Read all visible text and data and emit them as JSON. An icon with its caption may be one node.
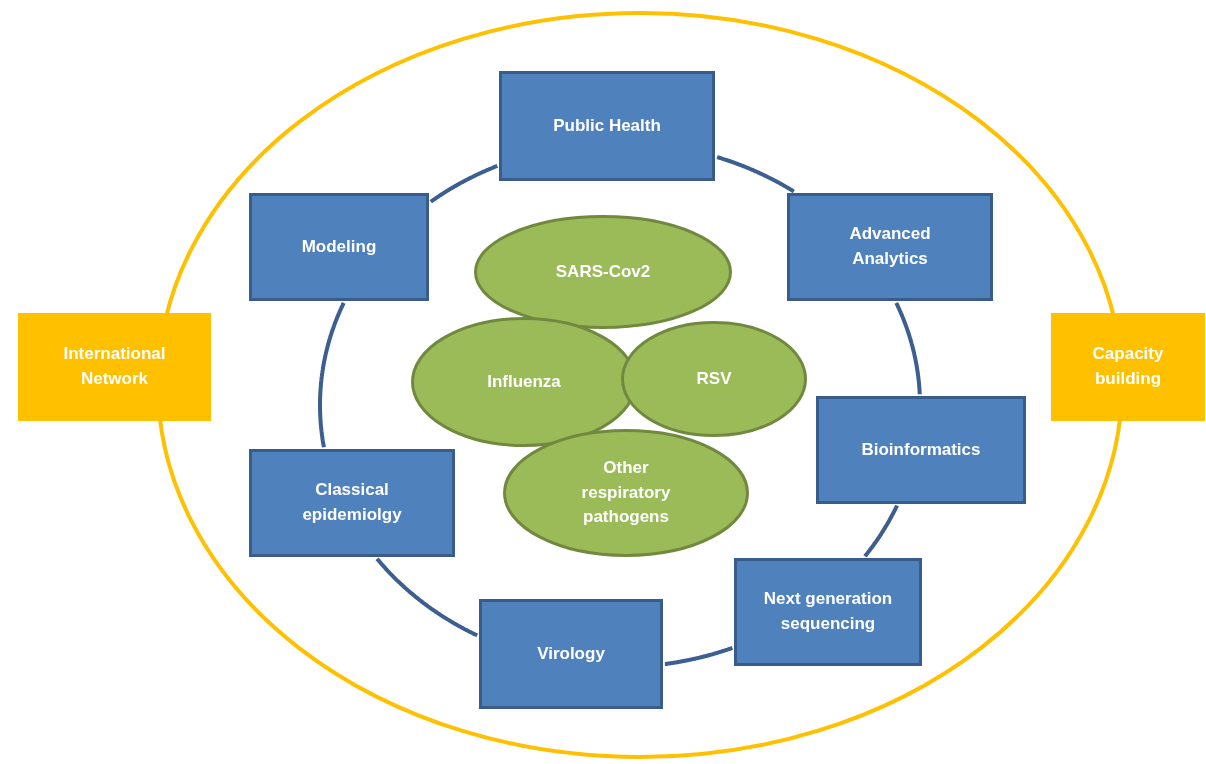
{
  "diagram": {
    "nodes": [
      {
        "text": [],
        "shape": "ellipse"
      },
      {
        "text": [
          "Public Health"
        ],
        "in": 0
      },
      {
        "text": [
          "Modeling"
        ],
        "in": 0
      },
      {
        "text": [
          "Advanced Analytics"
        ],
        "in": 0
      },
      {
        "text": [
          "SARS-Cov2"
        ],
        "in": 0
      },
      {
        "text": [
          "International Network"
        ]
      },
      {
        "text": [
          "Influenza"
        ],
        "in": 0
      },
      {
        "text": [
          "RSV"
        ],
        "in": 0
      },
      {
        "text": [
          "Capacity building"
        ]
      },
      {
        "text": [
          "Bioinformatics"
        ],
        "in": 0
      },
      {
        "text": [
          "Other respiratory pathogens"
        ],
        "in": 0
      },
      {
        "text": [
          "Classical epidemiolgy"
        ],
        "in": 0
      },
      {
        "text": [
          "Next generation sequencing"
        ],
        "in": 0
      },
      {
        "text": [
          "Virology"
        ],
        "in": 0
      }
    ],
    "edges": [
      {
        "from": 1,
        "to": 3,
        "arrow": "none"
      },
      {
        "from": 3,
        "to": 9,
        "arrow": "none"
      },
      {
        "from": 9,
        "to": 12,
        "arrow": "none"
      },
      {
        "from": 12,
        "to": 13,
        "arrow": "none"
      },
      {
        "from": 13,
        "to": 11,
        "arrow": "none"
      },
      {
        "from": 11,
        "to": 2,
        "arrow": "none"
      },
      {
        "from": 2,
        "to": 1,
        "arrow": "none"
      }
    ]
  }
}
